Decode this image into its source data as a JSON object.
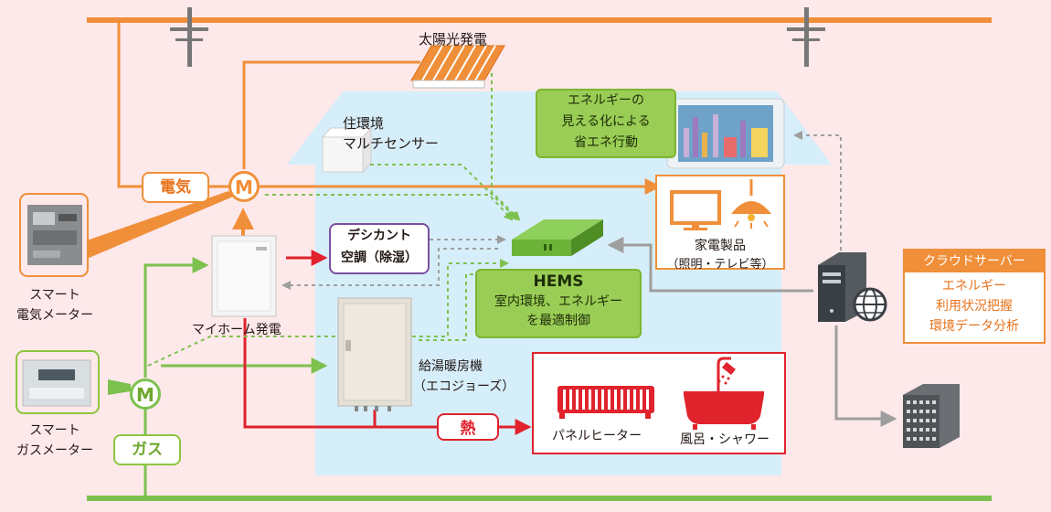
{
  "labels": {
    "solar": "太陽光発電",
    "sensor_line1": "住環境",
    "sensor_line2": "マルチセンサー",
    "visual_line1": "エネルギーの",
    "visual_line2": "見える化による",
    "visual_line3": "省エネ行動",
    "electric": "電気",
    "gas": "ガス",
    "meter_m": "M",
    "smart_elec_line1": "スマート",
    "smart_elec_line2": "電気メーター",
    "smart_gas_line1": "スマート",
    "smart_gas_line2": "ガスメーター",
    "desiccant_line1": "デシカント",
    "desiccant_line2": "空調（除湿）",
    "myhome": "マイホーム発電",
    "hems_title": "HEMS",
    "hems_line1": "室内環境、エネルギー",
    "hems_line2": "を最適制御",
    "appliance_line1": "家電製品",
    "appliance_line2": "（照明・テレビ等）",
    "cloud_title": "クラウドサーバー",
    "cloud_line1": "エネルギー",
    "cloud_line2": "利用状況把握",
    "cloud_line3": "環境データ分析",
    "boiler_line1": "給湯暖房機",
    "boiler_line2": "（エコジョーズ）",
    "heat": "熱",
    "panel_heater": "パネルヒーター",
    "bath": "風呂・シャワー"
  },
  "colors": {
    "background": "#fde8ea",
    "house": "#d6eefa",
    "electric_line": "#f08f3a",
    "gas_line": "#7cc14e",
    "heat_line": "#e0232d",
    "data_dotted_green": "#7cc14e",
    "data_dotted_gray": "#9e9e9e",
    "cloud_orange": "#f08f3a"
  },
  "icons": [
    "utility-pole-icon",
    "solar-panel-icon",
    "sensor-cube-icon",
    "tablet-icon",
    "electric-meter-icon",
    "gas-meter-icon",
    "fuel-cell-icon",
    "boiler-icon",
    "hems-router-icon",
    "tv-icon",
    "lamp-icon",
    "server-icon",
    "globe-icon",
    "building-icon",
    "radiator-icon",
    "bathtub-icon",
    "shower-icon"
  ]
}
